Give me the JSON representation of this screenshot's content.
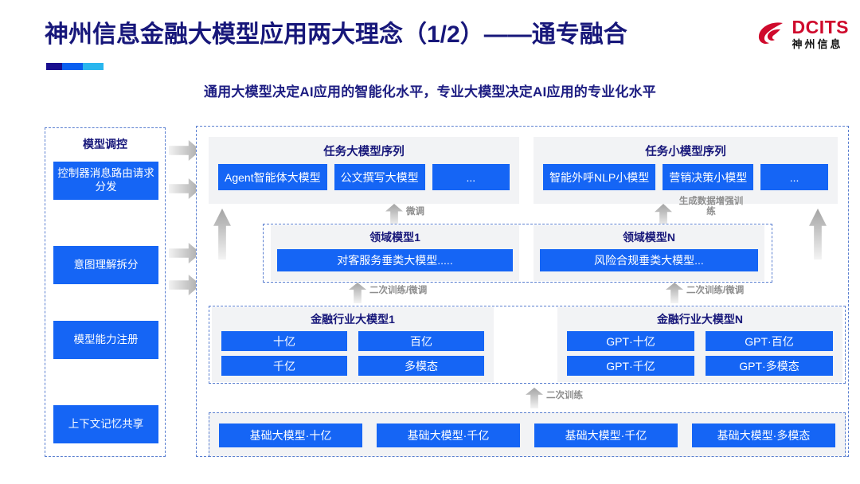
{
  "header": {
    "title": "神州信息金融大模型应用两大理念（1/2）——通专融合",
    "subtitle": "通用大模型决定AI应用的智能化水平，专业大模型决定AI应用的专业化水平",
    "logo_en": "DCITS",
    "logo_cn": "神州信息",
    "accent_colors": [
      "#1a0f8f",
      "#0a5ff0",
      "#29b6ee"
    ],
    "brand_red": "#cf0a2c",
    "title_color": "#17177a"
  },
  "control_panel": {
    "title": "模型调控",
    "items": [
      {
        "label": "控制器消息路由请求分发"
      },
      {
        "label": "意图理解拆分"
      },
      {
        "label": "模型能力注册"
      },
      {
        "label": "上下文记忆共享"
      }
    ]
  },
  "task_sequences": [
    {
      "title": "任务大模型序列",
      "chips": [
        "Agent智能体大模型",
        "公文撰写大模型",
        "..."
      ]
    },
    {
      "title": "任务小模型序列",
      "chips": [
        "智能外呼NLP小模型",
        "营销决策小模型",
        "..."
      ]
    }
  ],
  "domain_models": [
    {
      "title": "领域模型1",
      "chip": "对客服务垂类大模型....."
    },
    {
      "title": "领域模型N",
      "chip": "风险合规垂类大模型..."
    }
  ],
  "industry_models": [
    {
      "title": "金融行业大模型1",
      "chips": [
        "十亿",
        "百亿",
        "千亿",
        "多模态"
      ]
    },
    {
      "title": "金融行业大模型N",
      "chips": [
        "GPT·十亿",
        "GPT·百亿",
        "GPT·千亿",
        "GPT·多模态"
      ]
    }
  ],
  "base_models": {
    "chips": [
      "基础大模型·十亿",
      "基础大模型·千亿",
      "基础大模型·千亿",
      "基础大模型·多模态"
    ]
  },
  "arrow_labels": {
    "fine_tune": "微调",
    "data_augment": "生成数据增强训练",
    "retrain_finetune_left": "二次训练/微调",
    "retrain_finetune_right": "二次训练/微调",
    "retrain": "二次训练"
  },
  "colors": {
    "chip_blue": "#1565f5",
    "panel_gray": "#f2f3f5",
    "dashed_border": "#5a7fd0",
    "arrow_gray": "#a8a8a8"
  }
}
